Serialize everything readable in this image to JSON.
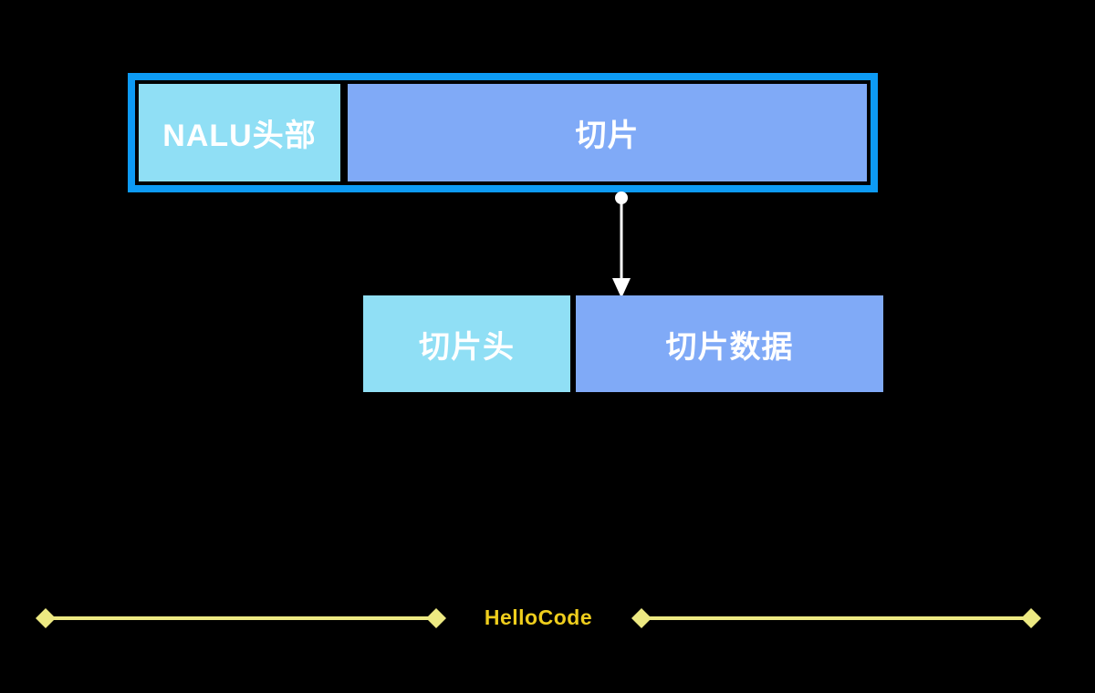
{
  "diagram": {
    "top_row": {
      "nalu_header": "NALU头部",
      "slice": "切片"
    },
    "detail_row": {
      "slice_header": "切片头",
      "slice_data": "切片数据"
    },
    "watermark": "HelloCode",
    "colors": {
      "background": "#000000",
      "container_border": "#0D9BF5",
      "light_blue_fill": "#90DFF5",
      "blue_fill": "#80AAF7",
      "box_text": "#FFFFFF",
      "arrow": "#FFFFFF",
      "divider_line": "#EDE982",
      "watermark_text": "#EFCE1D"
    }
  }
}
